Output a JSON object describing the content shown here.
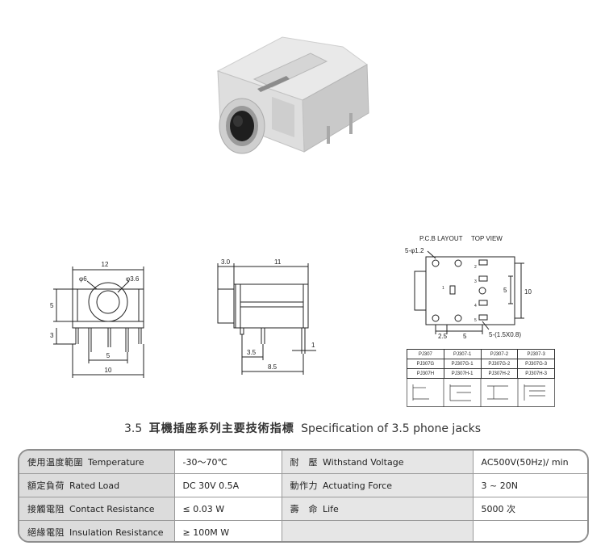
{
  "drawing": {
    "front": {
      "dim_top": "12",
      "dia_left": "φ6",
      "dia_right": "φ3.6",
      "side_left_upper": "5",
      "side_left_lower": "3",
      "dim_bottom_inner": "5",
      "dim_bottom_outer": "10"
    },
    "side": {
      "dim_top_left": "3.0",
      "dim_top_right": "11",
      "dim_bottom_short": "3.5",
      "dim_bottom_long": "8.5",
      "dim_pin": "1"
    },
    "pcb": {
      "header_layout": "P.C.B LAYOUT",
      "header_view": "TOP VIEW",
      "holes_label": "5-φ1.2",
      "slots_label": "5-(1.5X0.8)",
      "dim_bottom_a": "2.5",
      "dim_bottom_b": "5",
      "dim_right_a": "5",
      "dim_right_b": "10",
      "pin_a": "1",
      "pin_b": "2",
      "pin_c": "3",
      "pin_d": "4",
      "pin_e": "5"
    },
    "models": [
      [
        "PJ307",
        "PJ307-1",
        "PJ307-2",
        "PJ307-3"
      ],
      [
        "PJ307G",
        "PJ307G-1",
        "PJ307G-2",
        "PJ307G-3"
      ],
      [
        "PJ307H",
        "PJ307H-1",
        "PJ307H-2",
        "PJ307H-3"
      ]
    ]
  },
  "spec": {
    "title_num": "3.5",
    "title_zh": "耳機插座系列主要技術指標",
    "title_en": "Specification of 3.5 phone jacks",
    "rows": [
      {
        "k1_zh": "使用温度範圍",
        "k1_en": "Temperature",
        "v1": "-30～70℃",
        "k2_zh": "耐　壓",
        "k2_en": "Withstand Voltage",
        "v2": "AC500V(50Hz)/ min"
      },
      {
        "k1_zh": "額定負荷",
        "k1_en": "Rated Load",
        "v1": "DC  30V  0.5A",
        "k2_zh": "動作力",
        "k2_en": "Actuating Force",
        "v2": "3 ~ 20N"
      },
      {
        "k1_zh": "接觸電阻",
        "k1_en": "Contact Resistance",
        "v1": "≤ 0.03 W",
        "k2_zh": "壽　命",
        "k2_en": "Life",
        "v2": "5000 次"
      },
      {
        "k1_zh": "絕緣電阻",
        "k1_en": "Insulation Resistance",
        "v1": "≥ 100M W",
        "k2_zh": "",
        "k2_en": "",
        "v2": ""
      }
    ]
  }
}
